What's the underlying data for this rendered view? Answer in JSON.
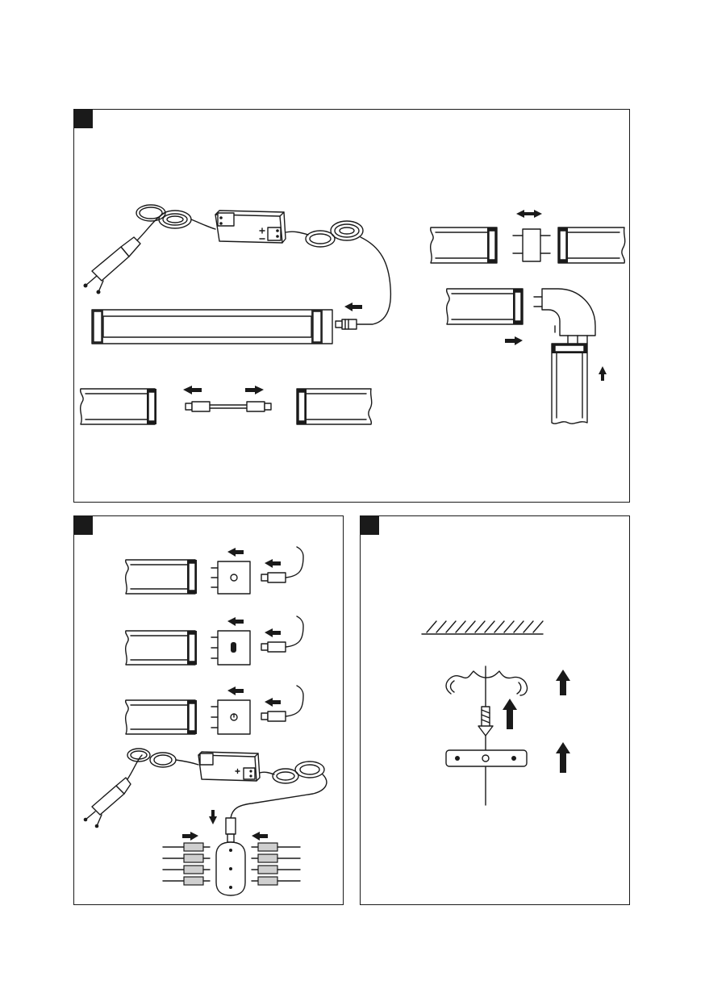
{
  "panels": [
    {
      "id": "panel-1",
      "label": ""
    },
    {
      "id": "panel-2",
      "label": ""
    },
    {
      "id": "panel-3",
      "label": ""
    }
  ],
  "icons": {
    "plug": "power-plug-icon",
    "driver": "led-driver-icon",
    "arrow": "arrow-icon"
  },
  "colors": {
    "ink": "#1a1a1a",
    "paper": "#ffffff",
    "fill": "#cfcfcf"
  }
}
